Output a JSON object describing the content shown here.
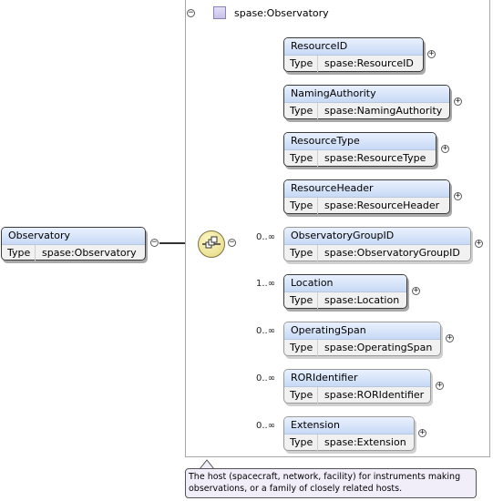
{
  "root": {
    "name": "Observatory",
    "type_label": "Type",
    "type_value": "spase:Observatory"
  },
  "group": {
    "title": "spase:Observatory"
  },
  "elements": [
    {
      "name": "ResourceID",
      "type_label": "Type",
      "type_value": "spase:ResourceID",
      "occurrence": "",
      "optional": false
    },
    {
      "name": "NamingAuthority",
      "type_label": "Type",
      "type_value": "spase:NamingAuthority",
      "occurrence": "",
      "optional": false
    },
    {
      "name": "ResourceType",
      "type_label": "Type",
      "type_value": "spase:ResourceType",
      "occurrence": "",
      "optional": false
    },
    {
      "name": "ResourceHeader",
      "type_label": "Type",
      "type_value": "spase:ResourceHeader",
      "occurrence": "",
      "optional": false
    },
    {
      "name": "ObservatoryGroupID",
      "type_label": "Type",
      "type_value": "spase:ObservatoryGroupID",
      "occurrence": "0..∞",
      "optional": true
    },
    {
      "name": "Location",
      "type_label": "Type",
      "type_value": "spase:Location",
      "occurrence": "1..∞",
      "optional": false
    },
    {
      "name": "OperatingSpan",
      "type_label": "Type",
      "type_value": "spase:OperatingSpan",
      "occurrence": "0..∞",
      "optional": true
    },
    {
      "name": "RORIdentifier",
      "type_label": "Type",
      "type_value": "spase:RORIdentifier",
      "occurrence": "0..∞",
      "optional": true
    },
    {
      "name": "Extension",
      "type_label": "Type",
      "type_value": "spase:Extension",
      "occurrence": "0..∞",
      "optional": true
    }
  ],
  "documentation": "The host (spacecraft, network, facility) for instruments making observations, or a family of closely related hosts.",
  "icons": {
    "collapse": "minus-circle-icon",
    "expand": "plus-circle-icon",
    "sequence": "sequence-compositor-icon",
    "complex_type": "complex-type-icon"
  },
  "colors": {
    "element_header": "#c7d9f6",
    "compositor": "#e4d780",
    "doc_background": "#f1eef9"
  }
}
